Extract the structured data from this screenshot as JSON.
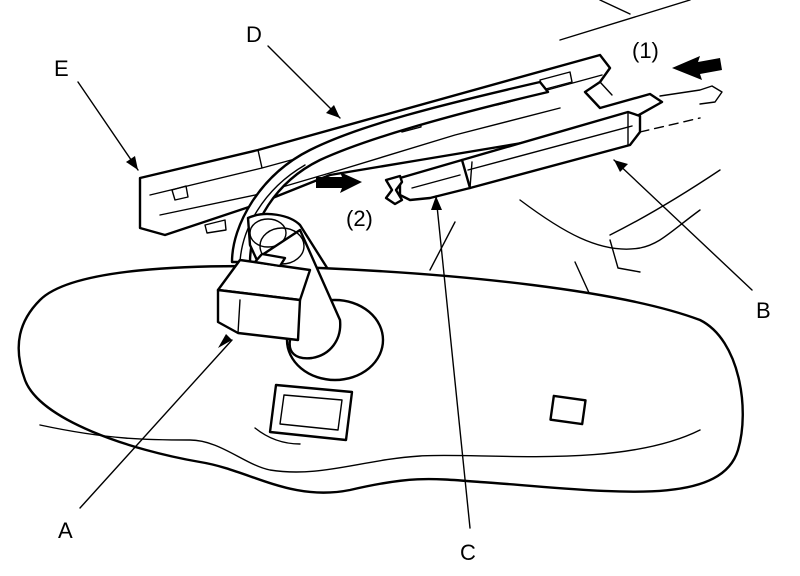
{
  "callouts": {
    "A": "A",
    "B": "B",
    "C": "C",
    "D": "D",
    "E": "E"
  },
  "steps": {
    "one": "(1)",
    "two": "(2)"
  }
}
